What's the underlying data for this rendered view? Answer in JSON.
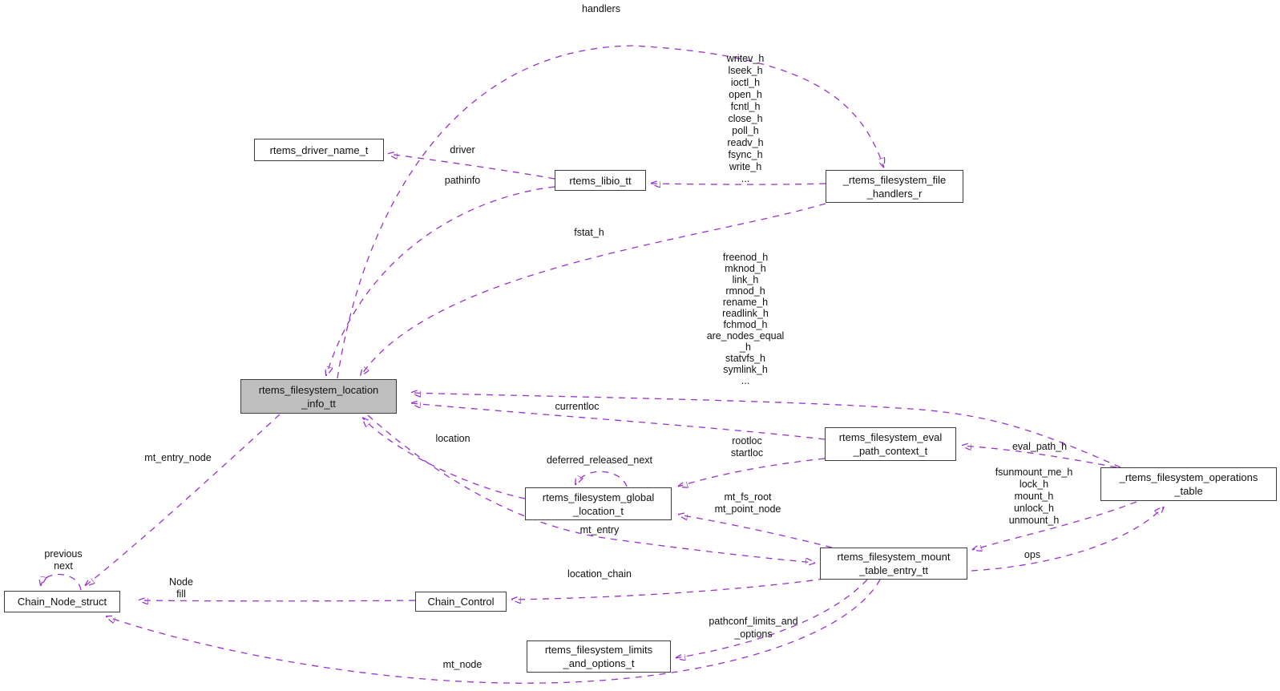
{
  "diagram": {
    "type": "doxygen-collaboration-diagram",
    "accent_color": "#9932cc",
    "highlight_fill": "#bfbfbf",
    "nodes": {
      "driver_name": {
        "label": "rtems_driver_name_t"
      },
      "libio": {
        "label": "rtems_libio_tt"
      },
      "file_handlers": {
        "label": "_rtems_filesystem_file\n_handlers_r"
      },
      "location_info": {
        "label": "rtems_filesystem_location\n_info_tt",
        "highlighted": true
      },
      "eval_path_context": {
        "label": "rtems_filesystem_eval\n_path_context_t"
      },
      "operations_table": {
        "label": "_rtems_filesystem_operations\n_table"
      },
      "global_location": {
        "label": "rtems_filesystem_global\n_location_t"
      },
      "mount_table_entry": {
        "label": "rtems_filesystem_mount\n_table_entry_tt"
      },
      "chain_node": {
        "label": "Chain_Node_struct"
      },
      "chain_control": {
        "label": "Chain_Control"
      },
      "limits_options": {
        "label": "rtems_filesystem_limits\n_and_options_t"
      }
    },
    "edge_labels": {
      "handlers": "handlers",
      "file_handler_members": "writev_h\nlseek_h\nioctl_h\nopen_h\nfcntl_h\nclose_h\npoll_h\nreadv_h\nfsync_h\nwrite_h\n...",
      "driver": "driver",
      "pathinfo": "pathinfo",
      "fstat_h": "fstat_h",
      "operations_members": "freenod_h\nmknod_h\nlink_h\nrmnod_h\nrename_h\nreadlink_h\nfchmod_h\nare_nodes_equal\n_h\nstatvfs_h\nsymlink_h\n...",
      "currentloc": "currentloc",
      "location": "location",
      "deferred_released_next": "deferred_released_next",
      "rootloc_startloc": "rootloc\nstartloc",
      "mt_fs_root_mt_point_node": "mt_fs_root\nmt_point_node",
      "eval_path_h": "eval_path_h",
      "mount_handler_members": "fsunmount_me_h\nlock_h\nmount_h\nunlock_h\nunmount_h",
      "ops": "ops",
      "mt_entry": "mt_entry",
      "location_chain": "location_chain",
      "node_fill": "Node\nfill",
      "previous_next": "previous\nnext",
      "mt_entry_node": "mt_entry_node",
      "mt_node": "mt_node",
      "pathconf_limits_and_options": "pathconf_limits_and\n_options"
    }
  }
}
